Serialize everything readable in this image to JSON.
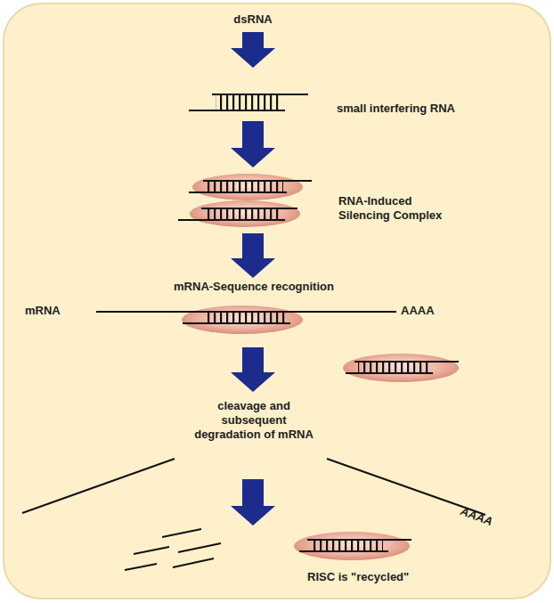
{
  "diagram": {
    "nodes": [
      {
        "text": [
          "dsRNA"
        ]
      },
      {
        "text": [
          "small interfering RNA"
        ]
      },
      {
        "text": [
          "RNA-Induced Silencing Complex"
        ]
      },
      {
        "text": [
          "mRNA-Sequence recognition"
        ]
      },
      {
        "text": [
          "cleavage and subsequent degradation of mRNA"
        ]
      },
      {
        "text": [
          "RISC is \"recycled\""
        ]
      }
    ],
    "edges": [
      {
        "from": 0,
        "to": 1,
        "arrow": "to"
      },
      {
        "from": 1,
        "to": 2,
        "arrow": "to"
      },
      {
        "from": 2,
        "to": 3,
        "arrow": "to"
      },
      {
        "from": 3,
        "to": 4,
        "arrow": "to"
      },
      {
        "from": 4,
        "to": 5,
        "arrow": "to"
      }
    ],
    "labels": [
      "mRNA",
      "AAAA",
      "AAAA"
    ]
  }
}
